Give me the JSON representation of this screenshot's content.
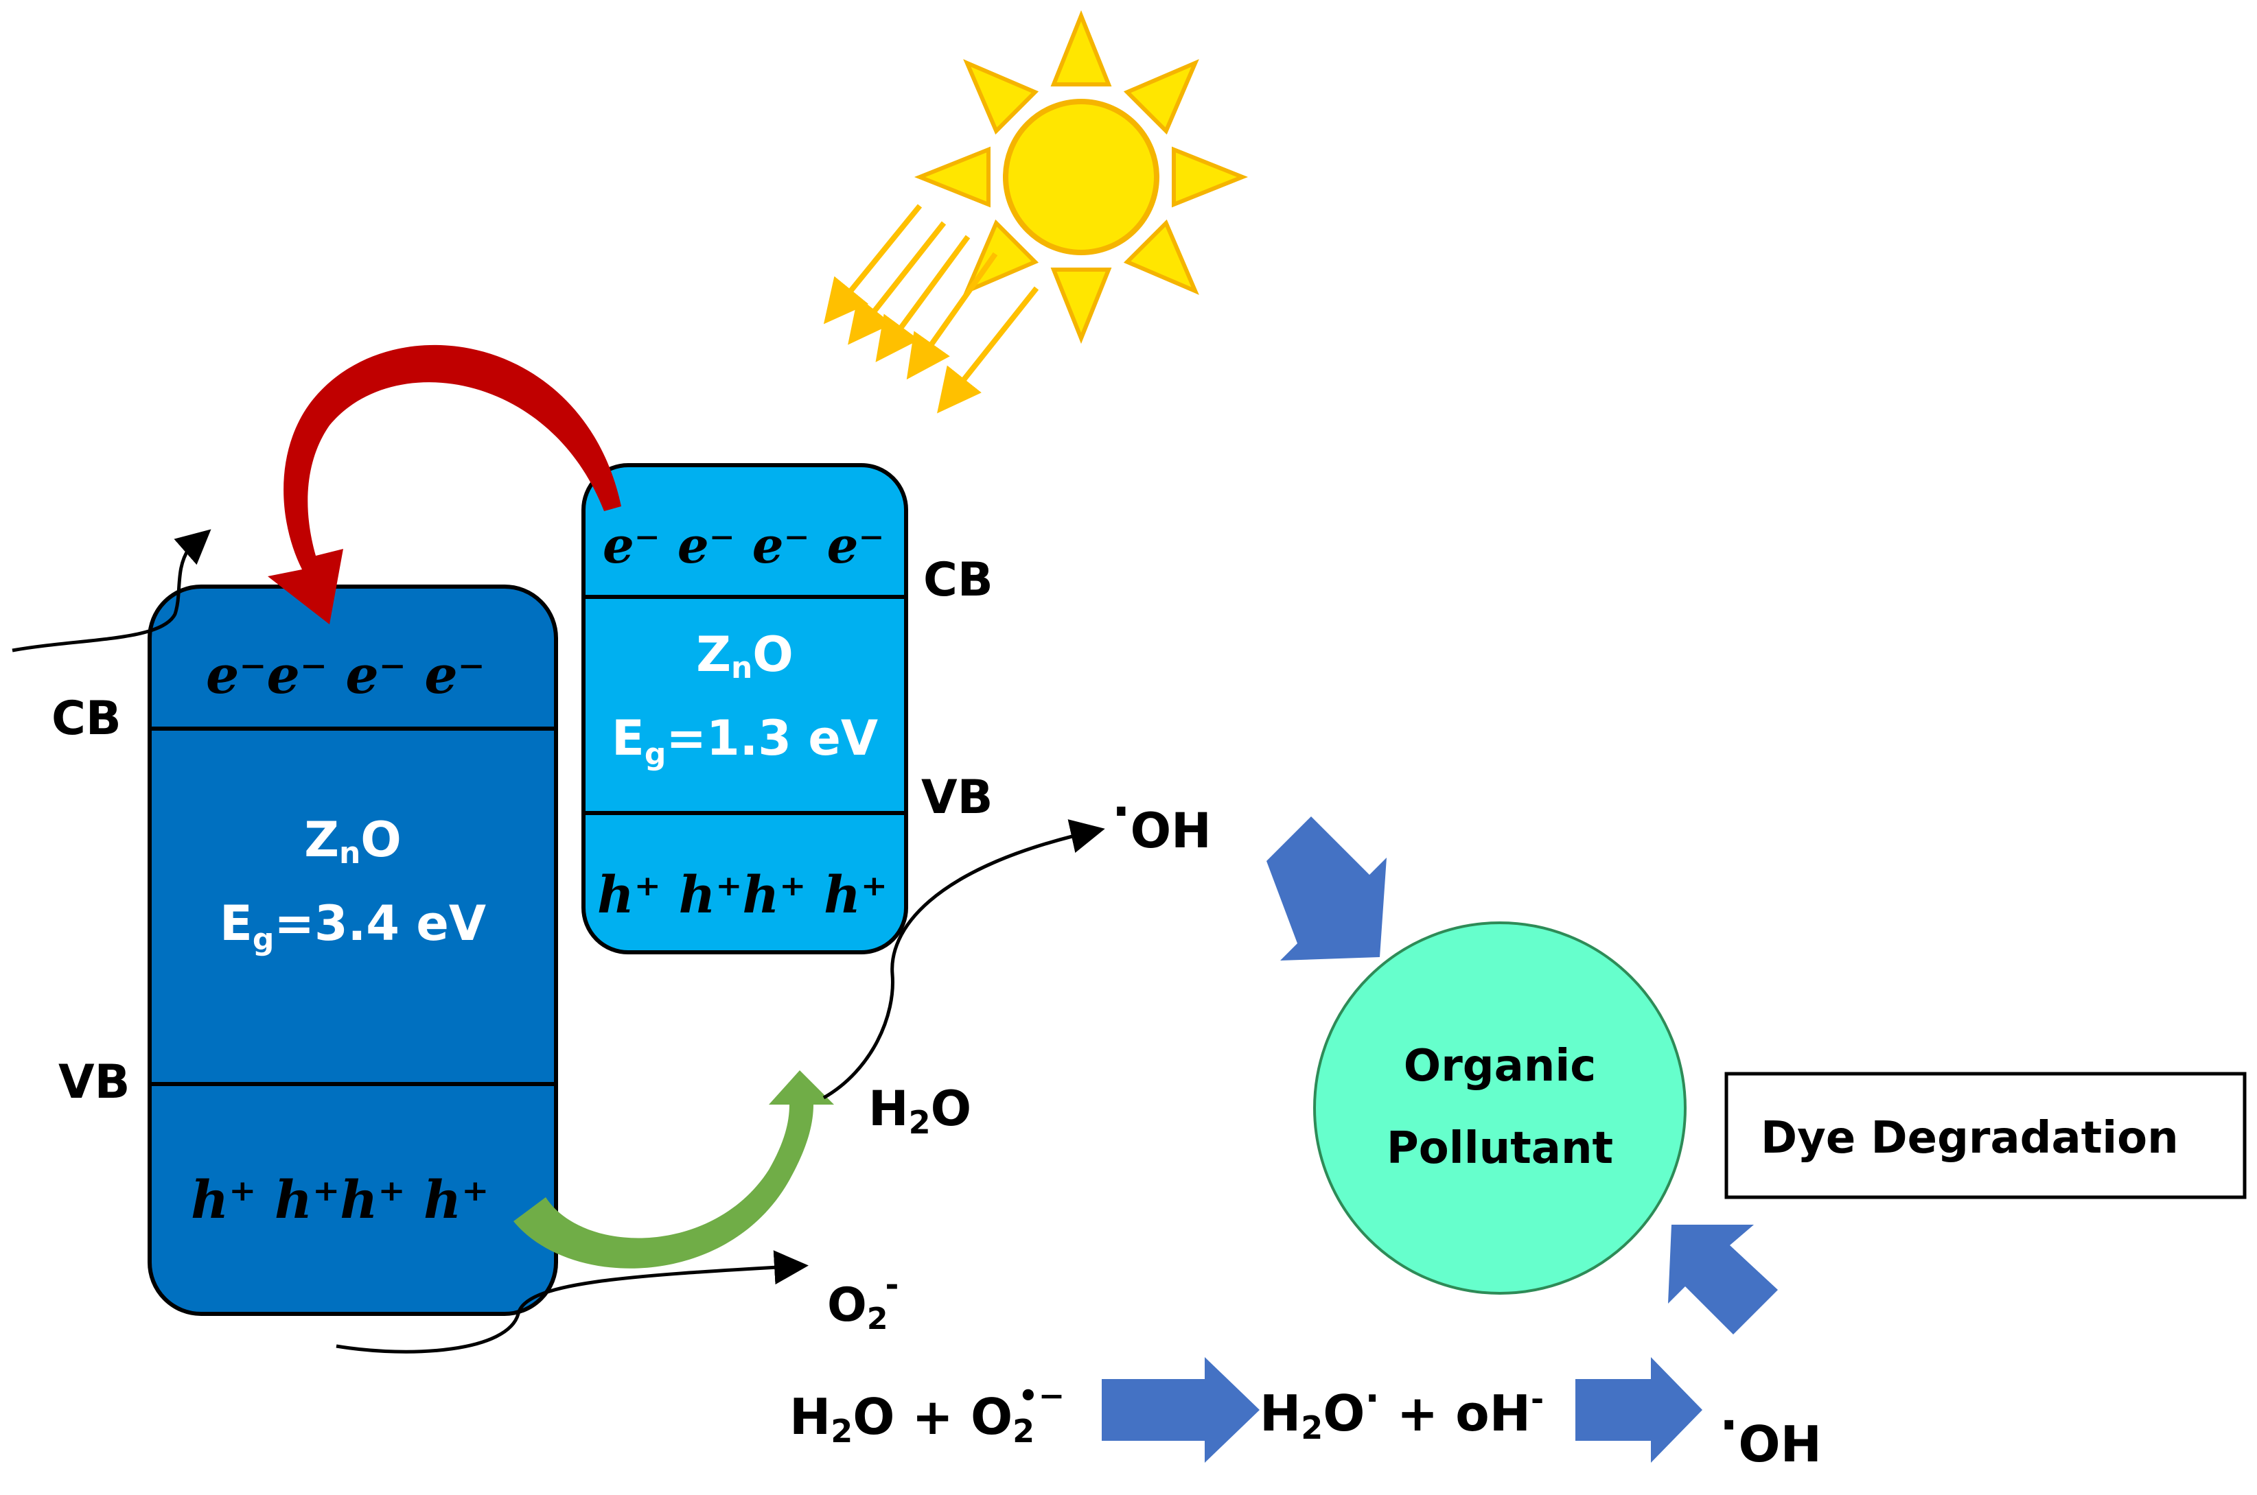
{
  "sun": {
    "icon": "sun-icon",
    "fill": "#FFE600",
    "stroke": "#F5B400",
    "ray_color": "#FFC000"
  },
  "left_block": {
    "fill": "#0070C0",
    "cb_label": "CB",
    "vb_label": "VB",
    "electrons": "e⁻e⁻ e⁻ e⁻",
    "holes": "h⁺ h⁺h⁺ h⁺",
    "material": {
      "base": "Z",
      "sub": "n",
      "tail": "O"
    },
    "gap": {
      "pre": "E",
      "sub": "g",
      "post": "=3.4 eV"
    }
  },
  "right_block": {
    "fill": "#00B0F0",
    "cb_label": "CB",
    "vb_label": "VB",
    "electrons": "e⁻ e⁻ e⁻ e⁻",
    "holes": "h⁺ h⁺h⁺ h⁺",
    "material": {
      "base": "Z",
      "sub": "n",
      "tail": "O"
    },
    "gap": {
      "pre": "E",
      "sub": "g",
      "post": "=1.3 eV"
    }
  },
  "species": {
    "oh_top": {
      "dot": "·",
      "text": "OH"
    },
    "h2o_mid": {
      "pre": "H",
      "sub": "2",
      "post": "O"
    },
    "o2_minus": {
      "pre": "O",
      "sub": "2",
      "sup": "-"
    }
  },
  "reaction": {
    "left": {
      "h": "H",
      "sub2": "2",
      "o": "O + O",
      "o_sub": "2",
      "o_sup": "•−"
    },
    "middle": {
      "h": "H",
      "sub2": "2",
      "o": "O",
      "dot": "·",
      "plus": " + oH",
      "sup": "-"
    },
    "right": {
      "dot": "·",
      "text": "OH"
    }
  },
  "pollutant": {
    "line1": "Organic",
    "line2": "Pollutant",
    "fill": "#66FFCC"
  },
  "dye_box": {
    "label": "Dye Degradation"
  },
  "colors": {
    "red_arrow": "#C00000",
    "green_arrow": "#70AD47",
    "blue_arrow": "#4472C4"
  }
}
